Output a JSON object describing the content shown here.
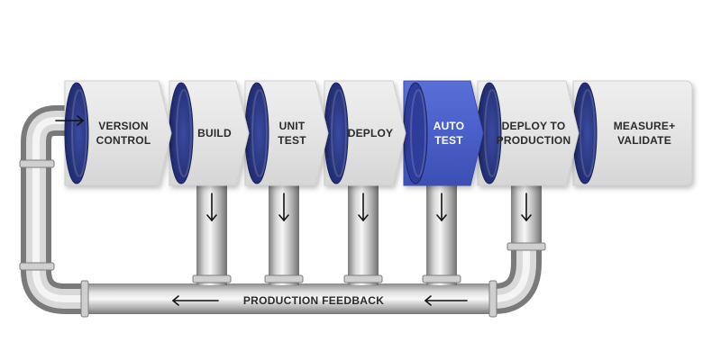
{
  "stages": [
    {
      "id": "version-control",
      "lines": [
        "VERSION",
        "CONTROL"
      ],
      "active": false
    },
    {
      "id": "build",
      "lines": [
        "BUILD"
      ],
      "active": false
    },
    {
      "id": "unit-test",
      "lines": [
        "UNIT",
        "TEST"
      ],
      "active": false
    },
    {
      "id": "deploy",
      "lines": [
        "DEPLOY"
      ],
      "active": false
    },
    {
      "id": "auto-test",
      "lines": [
        "AUTO",
        "TEST"
      ],
      "active": true
    },
    {
      "id": "deploy-to-production",
      "lines": [
        "DEPLOY TO",
        "PRODUCTION"
      ],
      "active": false
    },
    {
      "id": "measure-validate",
      "lines": [
        "MEASURE+",
        "VALIDATE"
      ],
      "active": false
    }
  ],
  "feedback": {
    "label": "PRODUCTION FEEDBACK"
  },
  "colors": {
    "stage_fill": "#e6e6e6",
    "stage_edge": "#d0d0d0",
    "cap_navy": "#2f3d8c",
    "active_fill": "#4a5fc9",
    "pipe_light": "#eeeeee",
    "pipe_dark": "#8a8a8a",
    "arrow": "#111111"
  },
  "icons": [
    "down-arrow-icon",
    "right-arrow-icon",
    "left-arrow-icon"
  ]
}
